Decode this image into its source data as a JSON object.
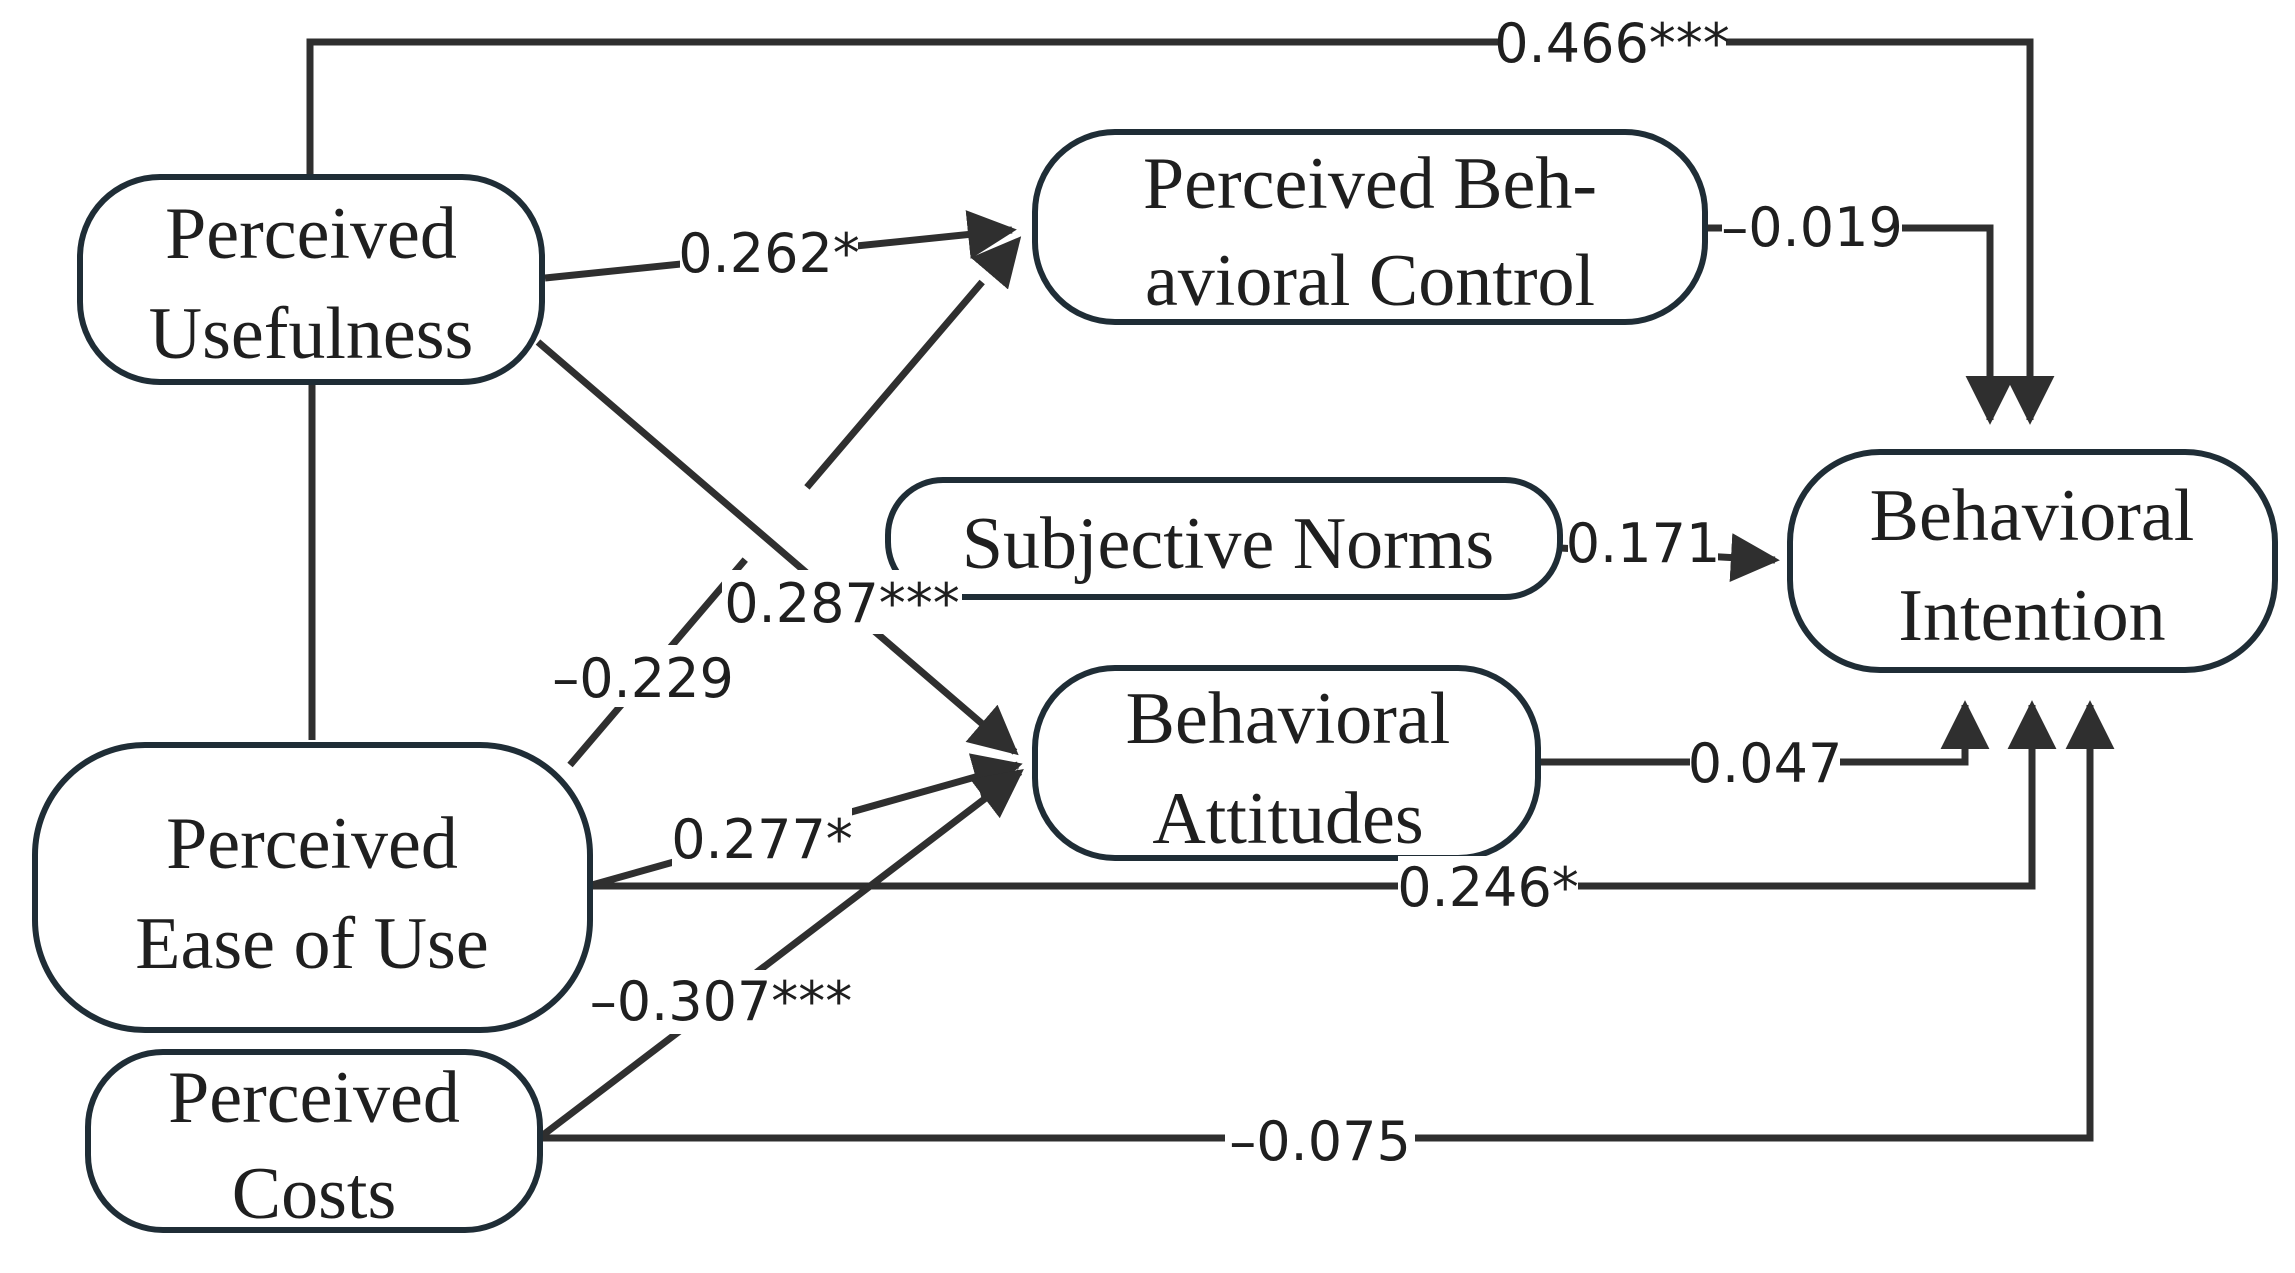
{
  "diagram": {
    "nodes": {
      "pu": {
        "lines": [
          "Perceived",
          "Usefulness"
        ]
      },
      "peu": {
        "lines": [
          "Perceived",
          "Ease of Use"
        ]
      },
      "pc": {
        "lines": [
          "Perceived",
          "Costs"
        ]
      },
      "pbc": {
        "lines": [
          "Perceived Beh-",
          "avioral Control"
        ]
      },
      "sn": {
        "lines": [
          "Subjective Norms"
        ]
      },
      "ba": {
        "lines": [
          "Behavioral",
          "Attitudes"
        ]
      },
      "bi": {
        "lines": [
          "Behavioral",
          "Intention"
        ]
      }
    },
    "edges": {
      "pu_bi": "0.466***",
      "pu_pbc": "0.262*",
      "pu_ba": "0.287***",
      "peu_pbc": "–0.229",
      "peu_ba": "0.277*",
      "peu_bi": "0.246*",
      "pc_ba": "–0.307***",
      "pc_bi": "–0.075",
      "pbc_bi": "–0.019",
      "sn_bi": "0.171",
      "ba_bi": "0.047"
    },
    "colors": {
      "line": "#2f2f2f",
      "node_border": "#1f2d36",
      "text": "#1f1f1f",
      "background": "#ffffff"
    }
  }
}
